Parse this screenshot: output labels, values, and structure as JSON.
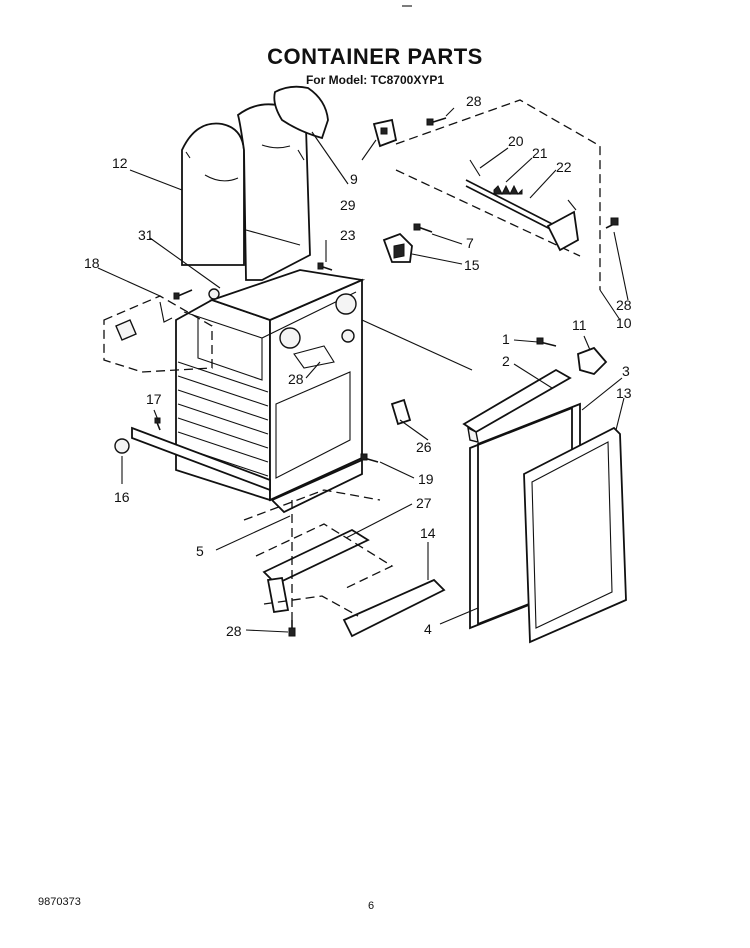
{
  "header": {
    "title": "CONTAINER PARTS",
    "subtitle": "For Model: TC8700XYP1"
  },
  "callouts": [
    "28",
    "20",
    "21",
    "22",
    "9",
    "29",
    "12",
    "31",
    "23",
    "7",
    "15",
    "18",
    "28",
    "10",
    "1",
    "11",
    "28",
    "2",
    "3",
    "17",
    "13",
    "26",
    "16",
    "19",
    "27",
    "14",
    "5",
    "28",
    "4"
  ],
  "footer": {
    "doc_number": "9870373",
    "page_number": "6"
  }
}
